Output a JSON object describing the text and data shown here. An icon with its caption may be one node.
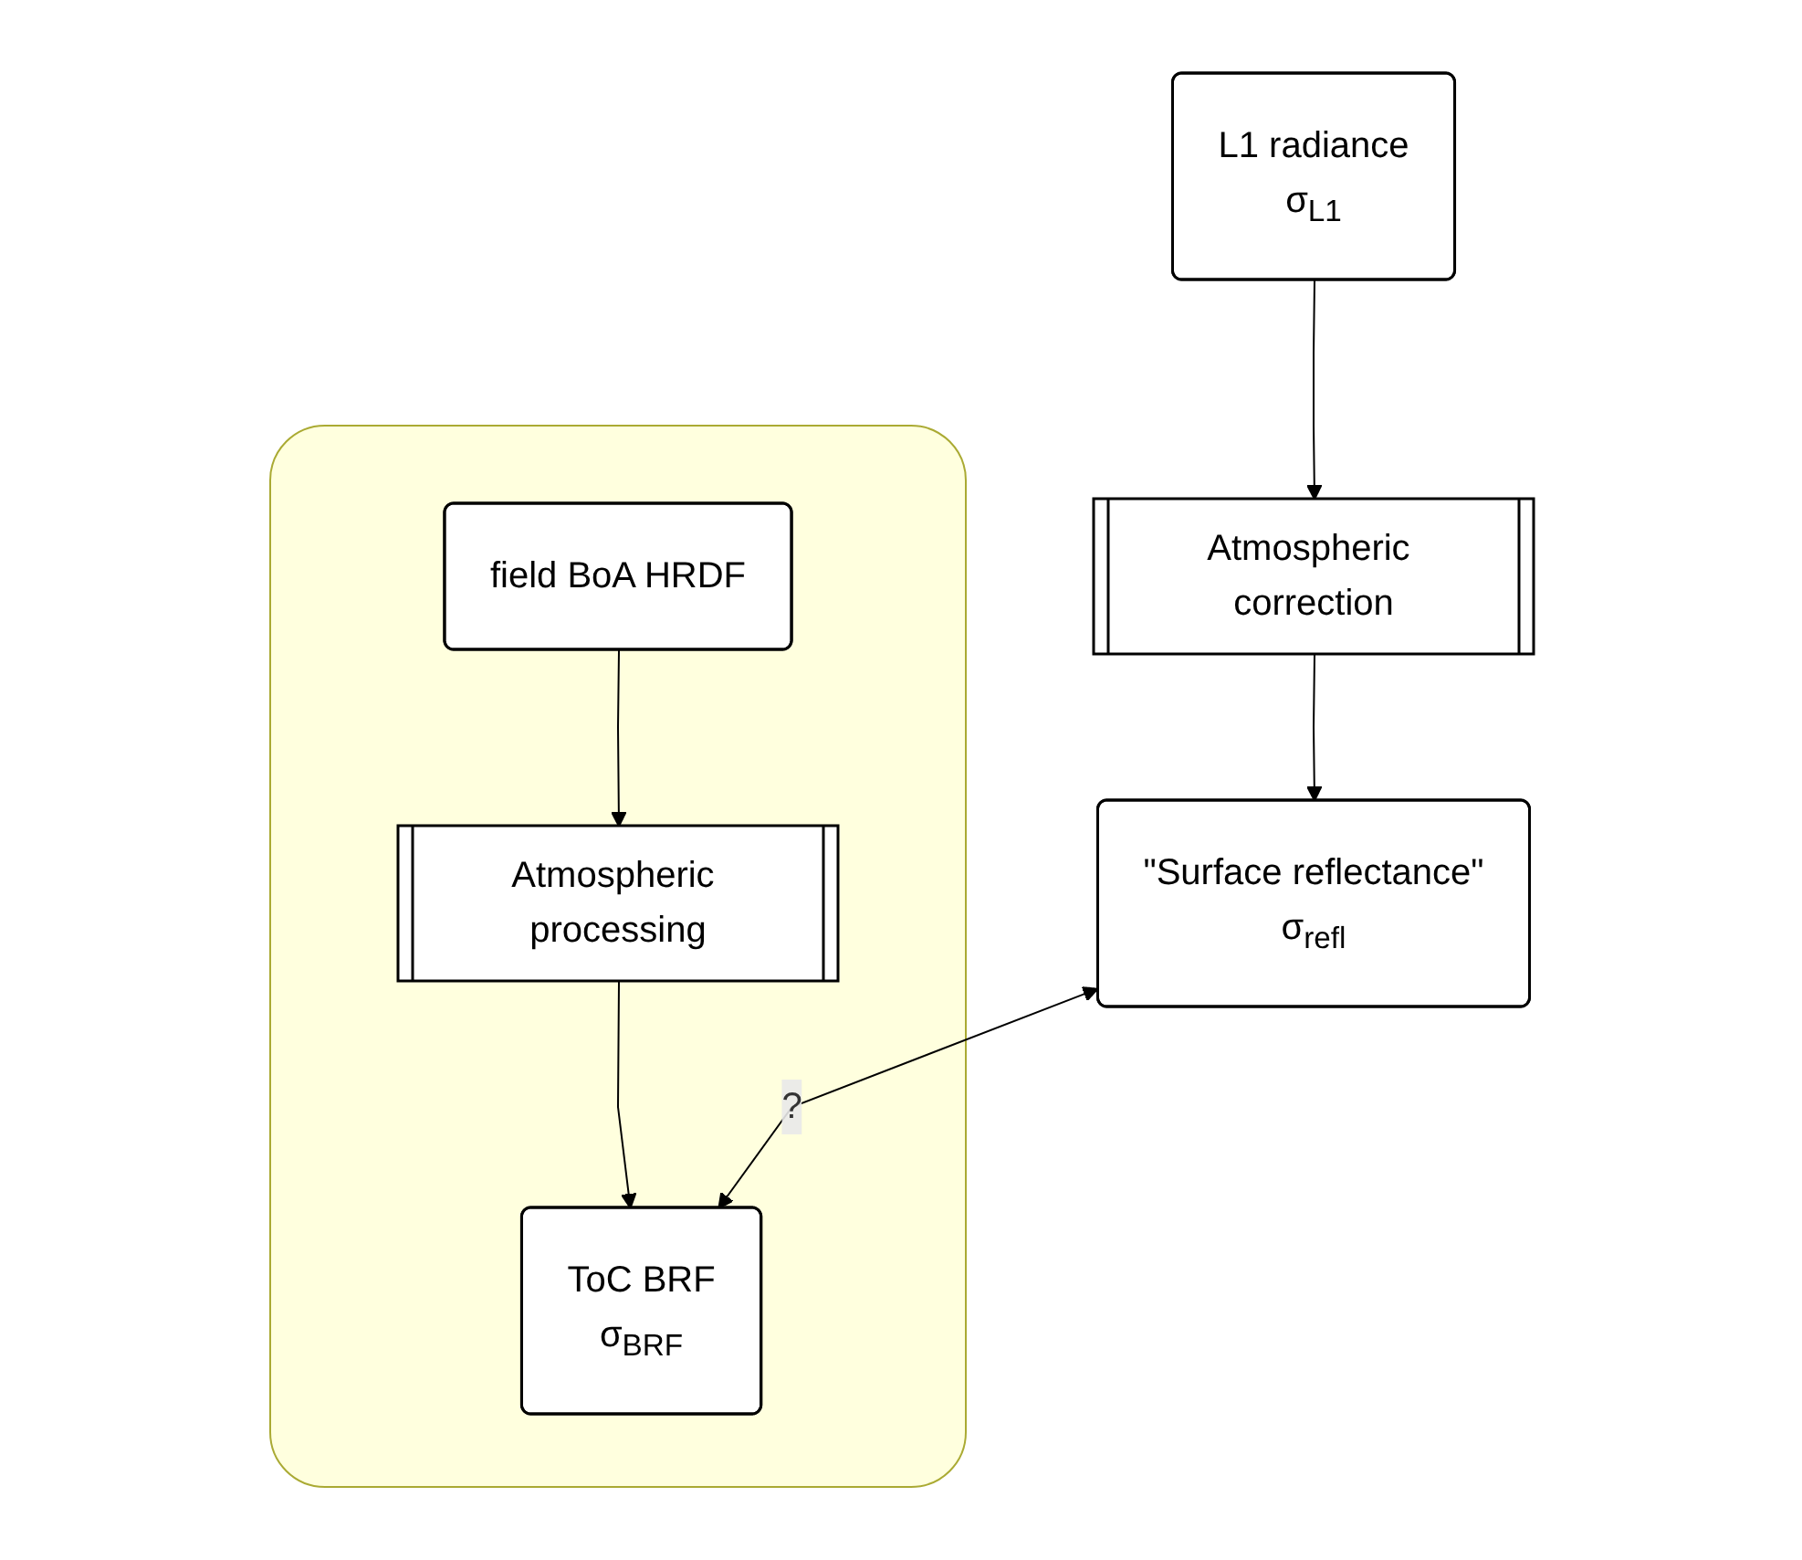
{
  "diagram": {
    "nodes": [
      {
        "text": [
          "L1 radiance",
          "σ$_{L1}$"
        ]
      },
      {
        "text": [
          "Atmospheric correction"
        ]
      },
      {
        "text": [
          "\"Surface reflectance\"",
          "σ$_{refl}$"
        ]
      },
      {
        "text": [],
        "shape": "box"
      },
      {
        "text": [
          "field BoA HRDF"
        ],
        "in": 3
      },
      {
        "text": [
          "Atmospheric processing"
        ],
        "in": 3
      },
      {
        "text": [
          "ToC BRF",
          "σ$_{BRF}$"
        ],
        "in": 3
      }
    ],
    "edges": [
      {
        "from": 0,
        "to": 1,
        "arrow": "to"
      },
      {
        "from": 1,
        "to": 2,
        "arrow": "to"
      },
      {
        "from": 4,
        "to": 5,
        "arrow": "to"
      },
      {
        "from": 5,
        "to": 6,
        "arrow": "to"
      },
      {
        "from": 2,
        "to": 6,
        "arrow": "both",
        "label": "?"
      }
    ]
  }
}
